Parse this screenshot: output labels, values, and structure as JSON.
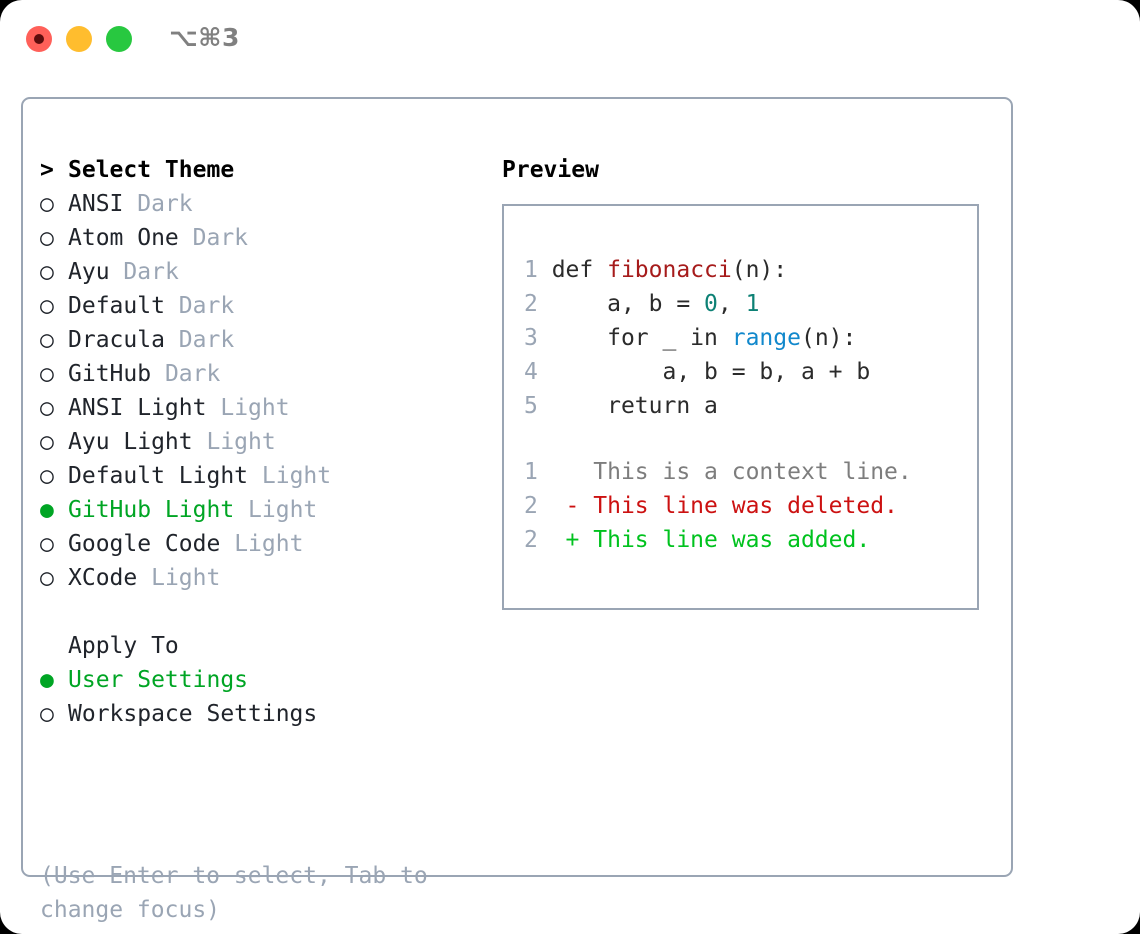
{
  "window": {
    "shortcut_label": "⌥⌘3",
    "traffic_lights": {
      "close": "close-dot",
      "minimize": "minimize-dot",
      "maximize": "maximize-dot"
    }
  },
  "theme_picker": {
    "header_marker": ">",
    "header_label": "Select Theme",
    "unselected_marker": "○",
    "selected_marker": "●",
    "items": [
      {
        "marker": "○",
        "name": "ANSI",
        "kind": "Dark",
        "selected": false
      },
      {
        "marker": "○",
        "name": "Atom One",
        "kind": "Dark",
        "selected": false
      },
      {
        "marker": "○",
        "name": "Ayu",
        "kind": "Dark",
        "selected": false
      },
      {
        "marker": "○",
        "name": "Default",
        "kind": "Dark",
        "selected": false
      },
      {
        "marker": "○",
        "name": "Dracula",
        "kind": "Dark",
        "selected": false
      },
      {
        "marker": "○",
        "name": "GitHub",
        "kind": "Dark",
        "selected": false
      },
      {
        "marker": "○",
        "name": "ANSI Light",
        "kind": "Light",
        "selected": false
      },
      {
        "marker": "○",
        "name": "Ayu Light",
        "kind": "Light",
        "selected": false
      },
      {
        "marker": "○",
        "name": "Default Light",
        "kind": "Light",
        "selected": false
      },
      {
        "marker": "●",
        "name": "GitHub Light",
        "kind": "Light",
        "selected": true
      },
      {
        "marker": "○",
        "name": "Google Code",
        "kind": "Light",
        "selected": false
      },
      {
        "marker": "○",
        "name": "XCode",
        "kind": "Light",
        "selected": false
      }
    ]
  },
  "apply_to": {
    "header_label": "Apply To",
    "options": [
      {
        "marker": "●",
        "label": "User Settings",
        "selected": true
      },
      {
        "marker": "○",
        "label": "Workspace Settings",
        "selected": false
      }
    ]
  },
  "hint": "(Use Enter to select, Tab to change focus)",
  "preview": {
    "title": "Preview",
    "code_lines": [
      {
        "no": "1",
        "indent": "",
        "pre": "def ",
        "tok": "fibonacci",
        "tok_type": "func",
        "post": "(n):"
      },
      {
        "no": "2",
        "indent": "    ",
        "pre": "a, b = ",
        "tok": "0",
        "tok_type": "num",
        "post": ", 1"
      },
      {
        "no": "3",
        "indent": "    ",
        "pre": "for _ in ",
        "tok": "range",
        "tok_type": "builtin",
        "post": "(n):"
      },
      {
        "no": "4",
        "indent": "        ",
        "pre": "a, b = b, a + b",
        "tok": "",
        "tok_type": "plain",
        "post": ""
      },
      {
        "no": "5",
        "indent": "    ",
        "pre": "return a",
        "tok": "",
        "tok_type": "plain",
        "post": ""
      }
    ],
    "diff_lines": [
      {
        "no": "1",
        "sign": " ",
        "text": "This is a context line.",
        "kind": "context"
      },
      {
        "no": "2",
        "sign": "-",
        "text": "This line was deleted.",
        "kind": "del"
      },
      {
        "no": "2",
        "sign": "+",
        "text": "This line was added.",
        "kind": "add"
      }
    ]
  },
  "colors": {
    "accent_green": "#00a524",
    "muted": "#9aa5b4",
    "border": "#9aa5b4",
    "background": "#ffffff",
    "text": "#20242b",
    "diff_delete": "#cc1111",
    "diff_add": "#00c21e",
    "syntax_function": "#a61b1b",
    "syntax_number": "#0d8175",
    "syntax_builtin": "#1188cc"
  }
}
